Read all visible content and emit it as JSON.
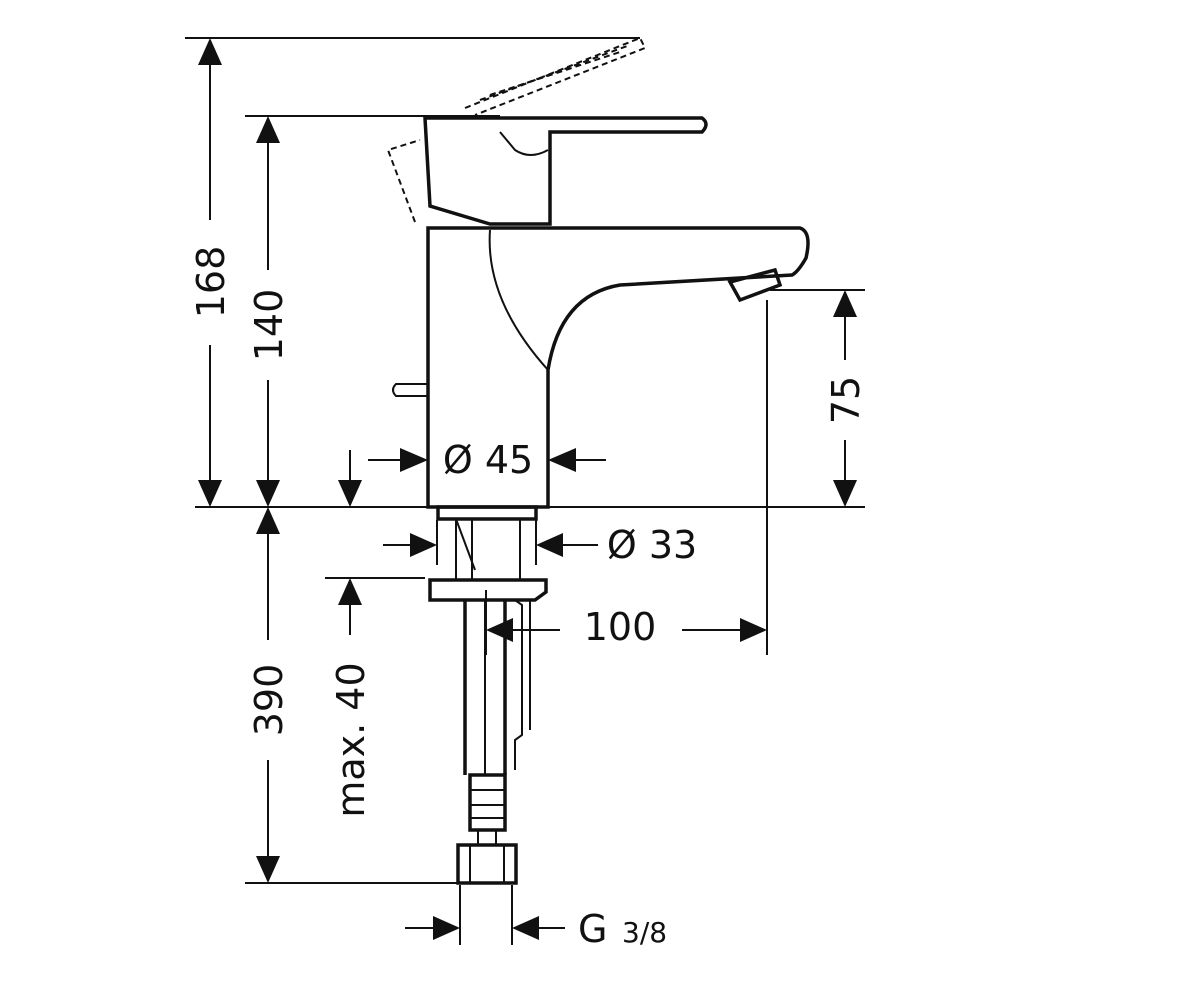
{
  "dimensions": {
    "total_height": "168",
    "body_height": "140",
    "spout_height": "75",
    "body_diameter": "Ø 45",
    "shank_diameter": "Ø 33",
    "spout_reach": "100",
    "hose_length": "390",
    "max_counter_thickness": "max. 40",
    "thread_label": "G",
    "thread_size": "3/8"
  },
  "colors": {
    "line": "#111111",
    "background": "#ffffff"
  }
}
